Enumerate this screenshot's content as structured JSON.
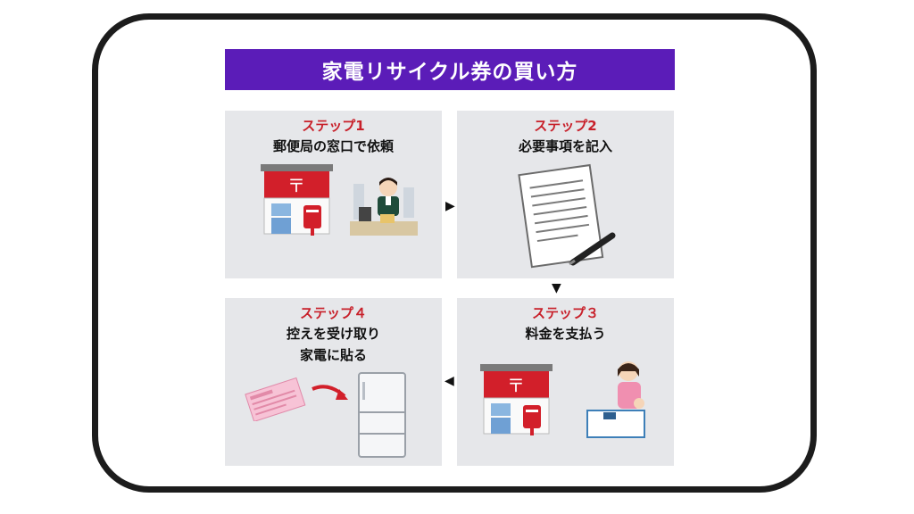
{
  "title": "家電リサイクル券の買い方",
  "steps": [
    {
      "label": "ステップ1",
      "text": "郵便局の窓口で依頼"
    },
    {
      "label": "ステップ2",
      "text": "必要事項を記入"
    },
    {
      "label": "ステップ３",
      "text": "料金を支払う"
    },
    {
      "label": "ステップ４",
      "text": "控えを受け取り\n家電に貼る"
    }
  ],
  "colors": {
    "title_bg": "#5b1cb8",
    "step_label": "#c8202a",
    "panel_bg": "#e6e7ea",
    "frame": "#1c1c1c"
  },
  "icons": [
    "post-office-icon",
    "clerk-icon",
    "document-pen-icon",
    "customer-icon",
    "ticket-icon",
    "refrigerator-icon",
    "red-arrow-icon"
  ]
}
